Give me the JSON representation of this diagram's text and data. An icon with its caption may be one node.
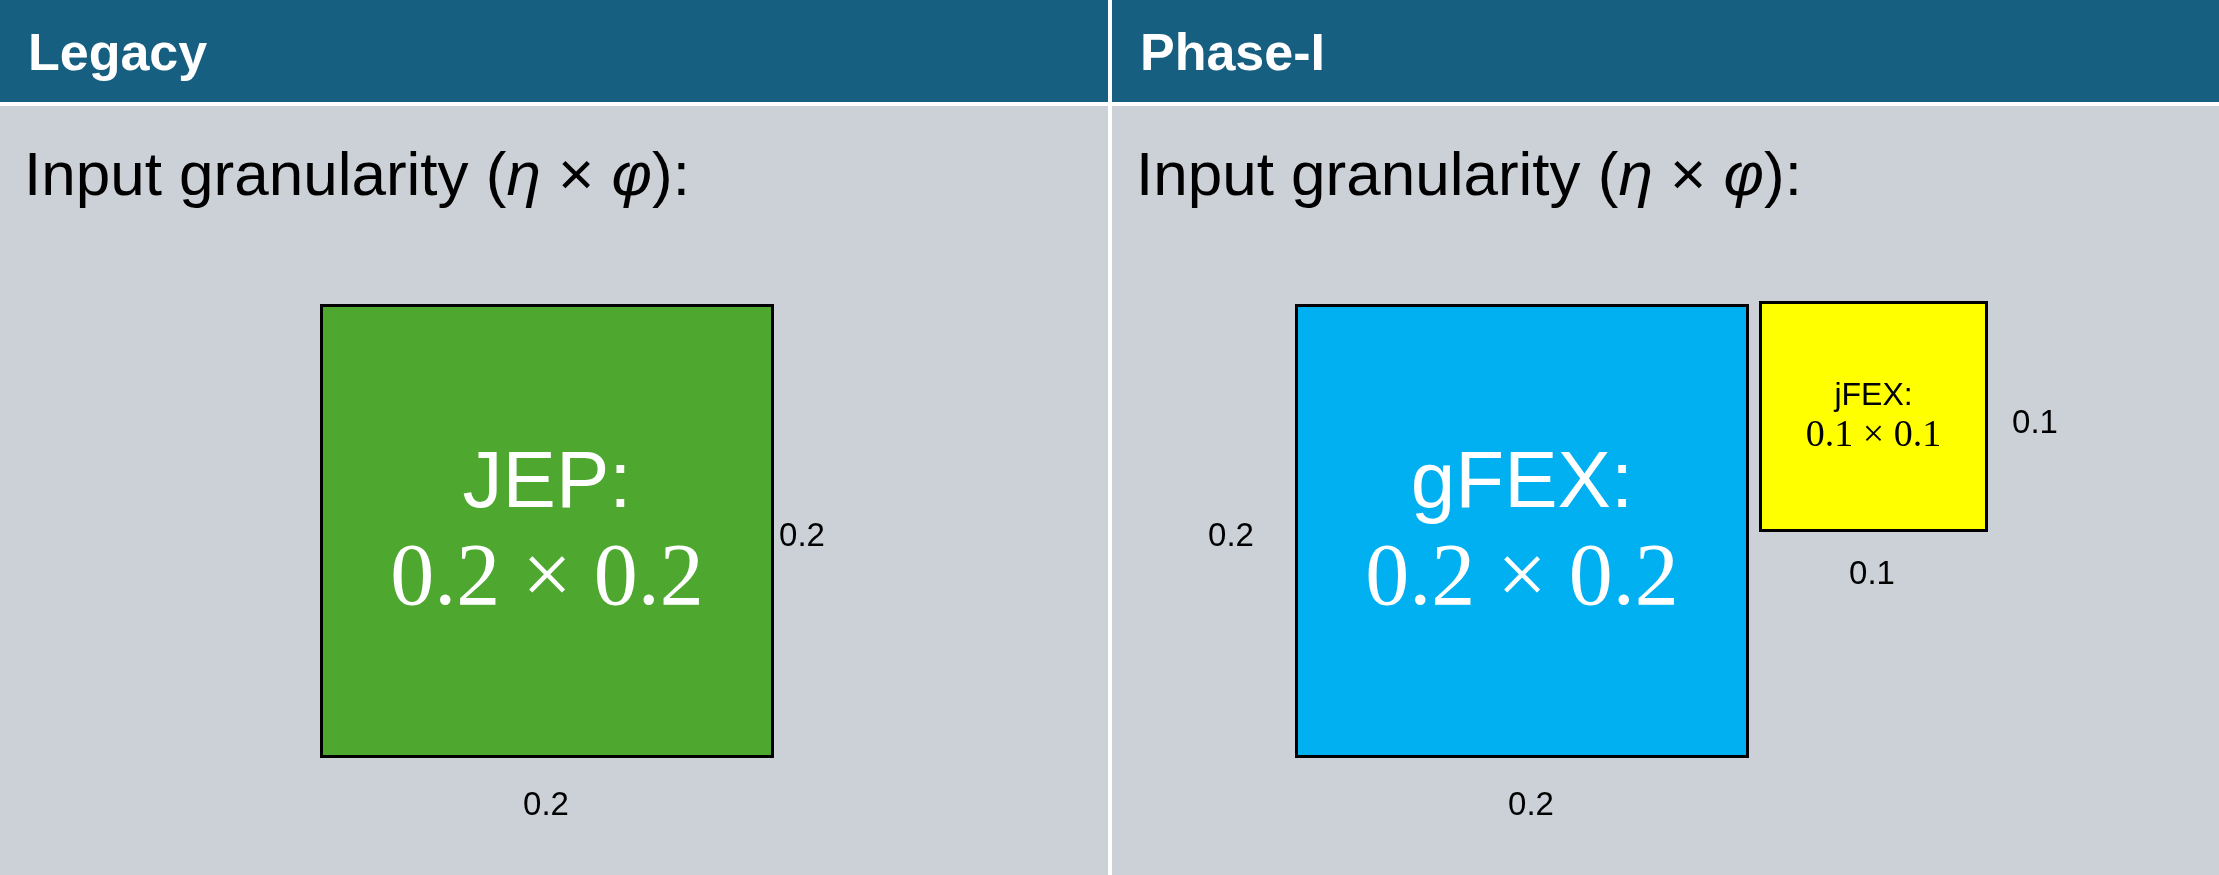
{
  "diagram": {
    "nodes": [
      {
        "text": [
          "Legacy",
          "Input granularity (*η* × *φ*):"
        ]
      },
      {
        "text": [
          "JEP:",
          "0.2 × 0.2"
        ],
        "in": 0
      },
      {
        "text": [
          "Phase-I",
          "Input granularity (*η* × *φ*):"
        ]
      },
      {
        "text": [
          "gFEX:",
          "0.2 × 0.2"
        ],
        "in": 2
      },
      {
        "text": [
          "jFEX:",
          "0.1 × 0.1"
        ],
        "in": 2
      }
    ],
    "labels": [
      "0.2",
      "0.2",
      "0.1",
      "0.2",
      "0.1",
      "0.2"
    ]
  }
}
